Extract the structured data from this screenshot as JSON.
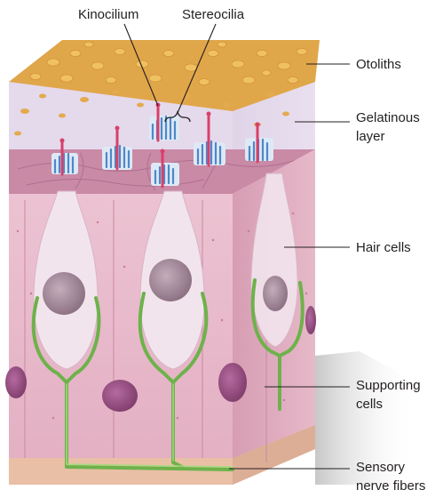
{
  "labels": {
    "kinocilium": "Kinocilium",
    "stereocilia": "Stereocilia",
    "otoliths": "Otoliths",
    "gelatinous_1": "Gelatinous",
    "gelatinous_2": "layer",
    "hair_cells": "Hair cells",
    "supporting_1": "Supporting",
    "supporting_2": "cells",
    "sensory_1": "Sensory",
    "sensory_2": "nerve fibers"
  },
  "colors": {
    "otolith": "#e2a848",
    "gel": "#e7dcee",
    "tissue_front": "#e6b7c8",
    "tissue_side": "#d8a1b6",
    "hair_cell": "#f2e6ee",
    "nucleus_hair": "#a48a99",
    "nucleus_support": "#9b4f86",
    "nerve": "#7cc050",
    "stereocilia": "#4f87c9",
    "kinocilium": "#d8406a"
  }
}
